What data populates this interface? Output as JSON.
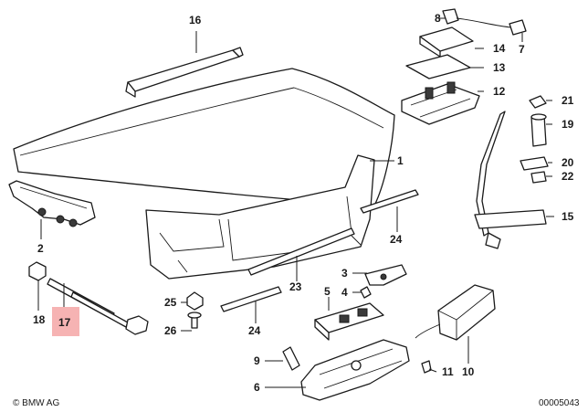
{
  "callouts": {
    "c1": "1",
    "c2": "2",
    "c3": "3",
    "c4": "4",
    "c5": "5",
    "c6": "6",
    "c7": "7",
    "c8": "8",
    "c9": "9",
    "c10": "10",
    "c11": "11",
    "c12": "12",
    "c13": "13",
    "c14": "14",
    "c15": "15",
    "c16": "16",
    "c17": "17",
    "c18": "18",
    "c19": "19",
    "c20": "20",
    "c21": "21",
    "c22": "22",
    "c23": "23",
    "c24a": "24",
    "c24b": "24",
    "c25": "25",
    "c26": "26"
  },
  "highlighted_part": "17",
  "highlight_color": "#f6b3b3",
  "footer": {
    "brand": "© BMW AG",
    "code": "00005043"
  }
}
